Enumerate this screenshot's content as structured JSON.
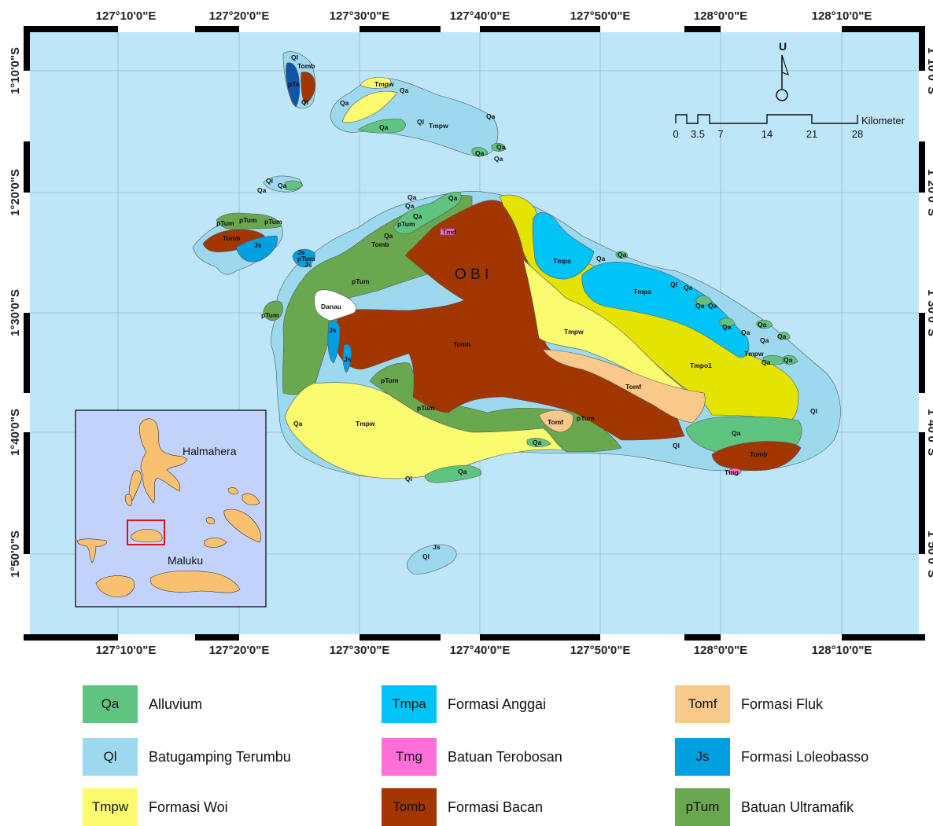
{
  "map": {
    "island_label": "O B I",
    "place_labels": {
      "lake": "Danau"
    },
    "longitude_labels": [
      "127°10'0\"E",
      "127°20'0\"E",
      "127°30'0\"E",
      "127°40'0\"E",
      "127°50'0\"E",
      "128°0'0\"E",
      "128°10'0\"E"
    ],
    "latitude_labels": [
      "1°10'0\"S",
      "1°20'0\"S",
      "1°30'0\"S",
      "1°40'0\"S",
      "1°50'0\"S"
    ],
    "north_arrow": "U",
    "scale_bar": {
      "unit": "Kilometer",
      "ticks": [
        "0",
        "3.5",
        "7",
        "14",
        "21",
        "28"
      ]
    },
    "inset": {
      "labels": [
        "Halmahera",
        "Maluku"
      ]
    },
    "colors": {
      "sea": "#bde6f9",
      "Qa": "#5ec47f",
      "Ql": "#9cd9ef",
      "Tmpw": "#fbfb70",
      "Tmpa": "#00c3f6",
      "Tmg": "#ff6fd8",
      "Tomb": "#a23600",
      "Tomf": "#f8c98a",
      "Js": "#00a0e0",
      "pTum": "#6aa84f",
      "Tmpo1": "#e4e400",
      "Tmpw_pale": "#fafabb",
      "Tmd": "#ff6fd8",
      "pTs": "#0f55a6",
      "inset_sea": "#c2d2fb",
      "inset_land": "#f8c16f",
      "inset_box": "#e00000"
    }
  },
  "legend": [
    {
      "code": "Qa",
      "name": "Alluvium",
      "color": "#5ec47f"
    },
    {
      "code": "Ql",
      "name": "Batugamping Terumbu",
      "color": "#9cd9ef"
    },
    {
      "code": "Tmpw",
      "name": "Formasi Woi",
      "color": "#fbfb70"
    },
    {
      "code": "Tmpa",
      "name": "Formasi Anggai",
      "color": "#00c3f6"
    },
    {
      "code": "Tmg",
      "name": "Batuan Terobosan",
      "color": "#ff6fd8"
    },
    {
      "code": "Tomb",
      "name": "Formasi Bacan",
      "color": "#a23600"
    },
    {
      "code": "Tomf",
      "name": "Formasi Fluk",
      "color": "#f8c98a"
    },
    {
      "code": "Js",
      "name": "Formasi Loleobasso",
      "color": "#00a0e0"
    },
    {
      "code": "pTum",
      "name": "Batuan Ultramafik",
      "color": "#6aa84f"
    }
  ],
  "unit_labels": {
    "Qa": "Qa",
    "Ql": "Ql",
    "Tmpw": "Tmpw",
    "Tmpa": "Tmpa",
    "Tmg": "Tmg",
    "Tomb": "Tomb",
    "Tomf": "Tomf",
    "Js": "Js",
    "pTum": "pTum",
    "Tmpo1": "Tmpo1",
    "Tmd": "Tmd",
    "pTs": "pTs"
  }
}
